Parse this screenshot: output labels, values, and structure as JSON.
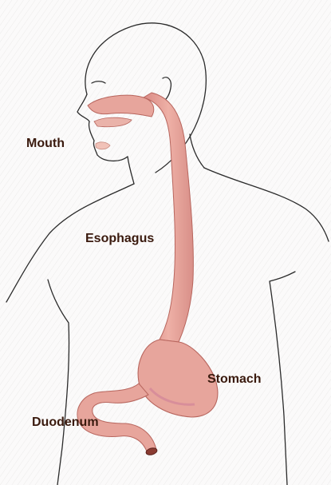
{
  "labels": {
    "mouth": "Mouth",
    "esophagus": "Esophagus",
    "stomach": "Stomach",
    "duodenum": "Duodenum"
  },
  "colors": {
    "outline": "#2b2b2b",
    "tract_fill": "#e7a59c",
    "tract_stroke": "#b8665e",
    "tract_shadow": "#d98a85",
    "label_text": "#3a1a0e",
    "background": "#fbfafa"
  }
}
